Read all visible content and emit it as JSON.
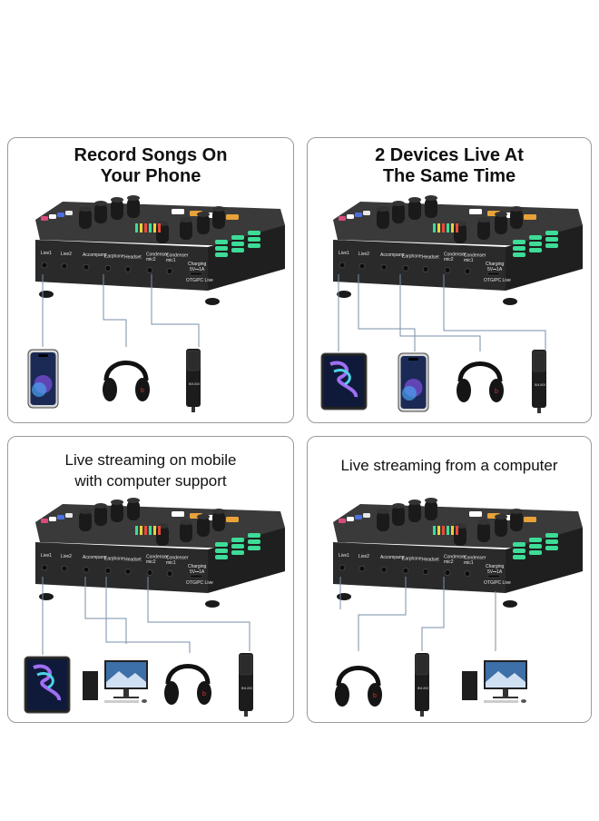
{
  "panels": [
    {
      "title_lines": [
        "Record Songs On",
        "Your Phone"
      ],
      "devices": [
        "phone-icon",
        "headphones-icon",
        "microphone-icon"
      ]
    },
    {
      "title_lines": [
        "2 Devices Live At",
        "The Same Time"
      ],
      "devices": [
        "tablet-icon",
        "phone-icon",
        "headphones-icon",
        "microphone-icon"
      ]
    },
    {
      "title_lines": [
        "Live streaming on mobile",
        "with computer support"
      ],
      "devices": [
        "tablet-icon",
        "computer-icon",
        "headphones-icon",
        "microphone-icon"
      ]
    },
    {
      "title_lines": [
        "Live streaming from a computer"
      ],
      "devices": [
        "headphones-icon",
        "microphone-icon",
        "computer-icon"
      ]
    }
  ],
  "mixer": {
    "ports": [
      "Live1",
      "Live2",
      "Accompany",
      "Earphone",
      "Headset",
      "Condenser mic2",
      "Condenser mic1"
    ],
    "charging": "Charging",
    "charging_spec": "5V⎓1A",
    "otg": "OTG/PC Live"
  },
  "colors": {
    "panel_border": "#9a9a9a",
    "mixer_body": "#2a2a2a",
    "knob": "#1a1a1a",
    "accent_green": "#3ddc97",
    "accent_orange": "#e8a23a",
    "line": "#7a8fa8"
  }
}
